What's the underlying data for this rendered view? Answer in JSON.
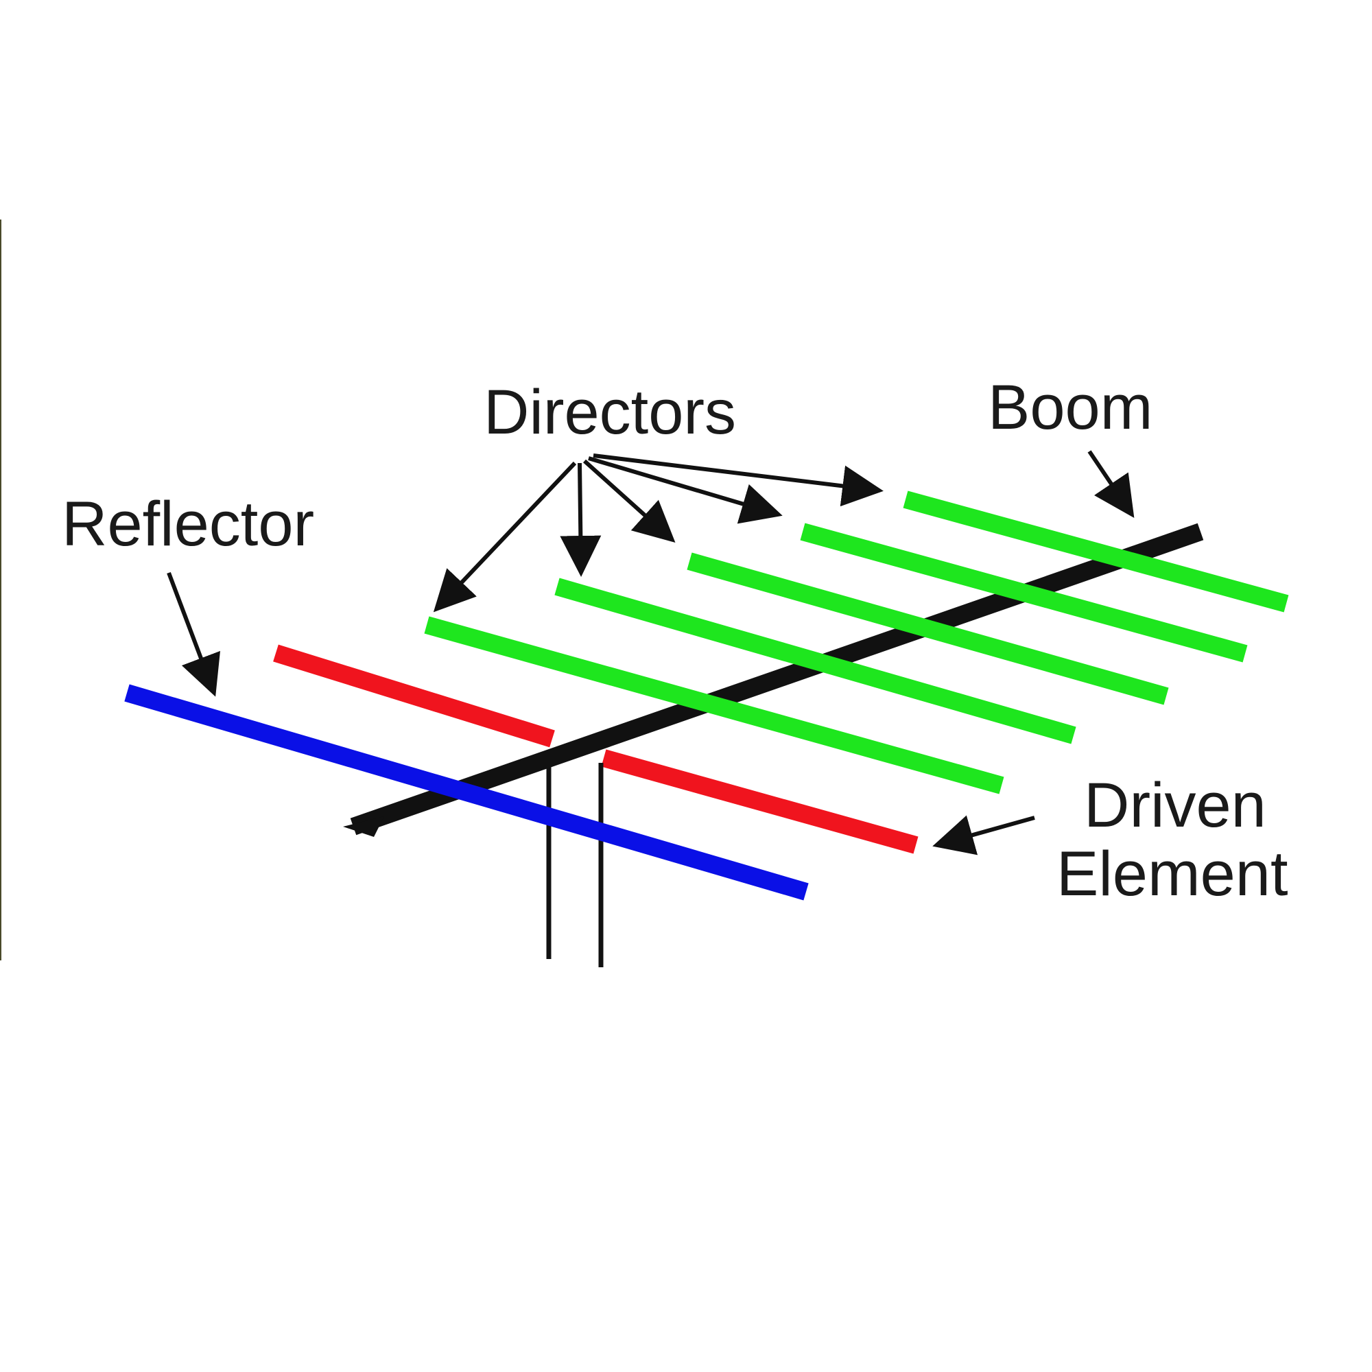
{
  "labels": {
    "directors": "Directors",
    "boom": "Boom",
    "reflector": "Reflector",
    "driven_line1": "Driven",
    "driven_line2": "Element"
  },
  "colors": {
    "background": "#ffffff",
    "boom": "#111111",
    "reflector": "#0a10e6",
    "driven_element": "#f0141e",
    "directors": "#1ee61e",
    "feed_line": "#111111",
    "arrow": "#111111",
    "text": "#1a1a1a",
    "left_edge_line": "#4a4a2a"
  },
  "elements": {
    "reflector_count": 1,
    "driven_element_count": 1,
    "director_count": 5
  }
}
